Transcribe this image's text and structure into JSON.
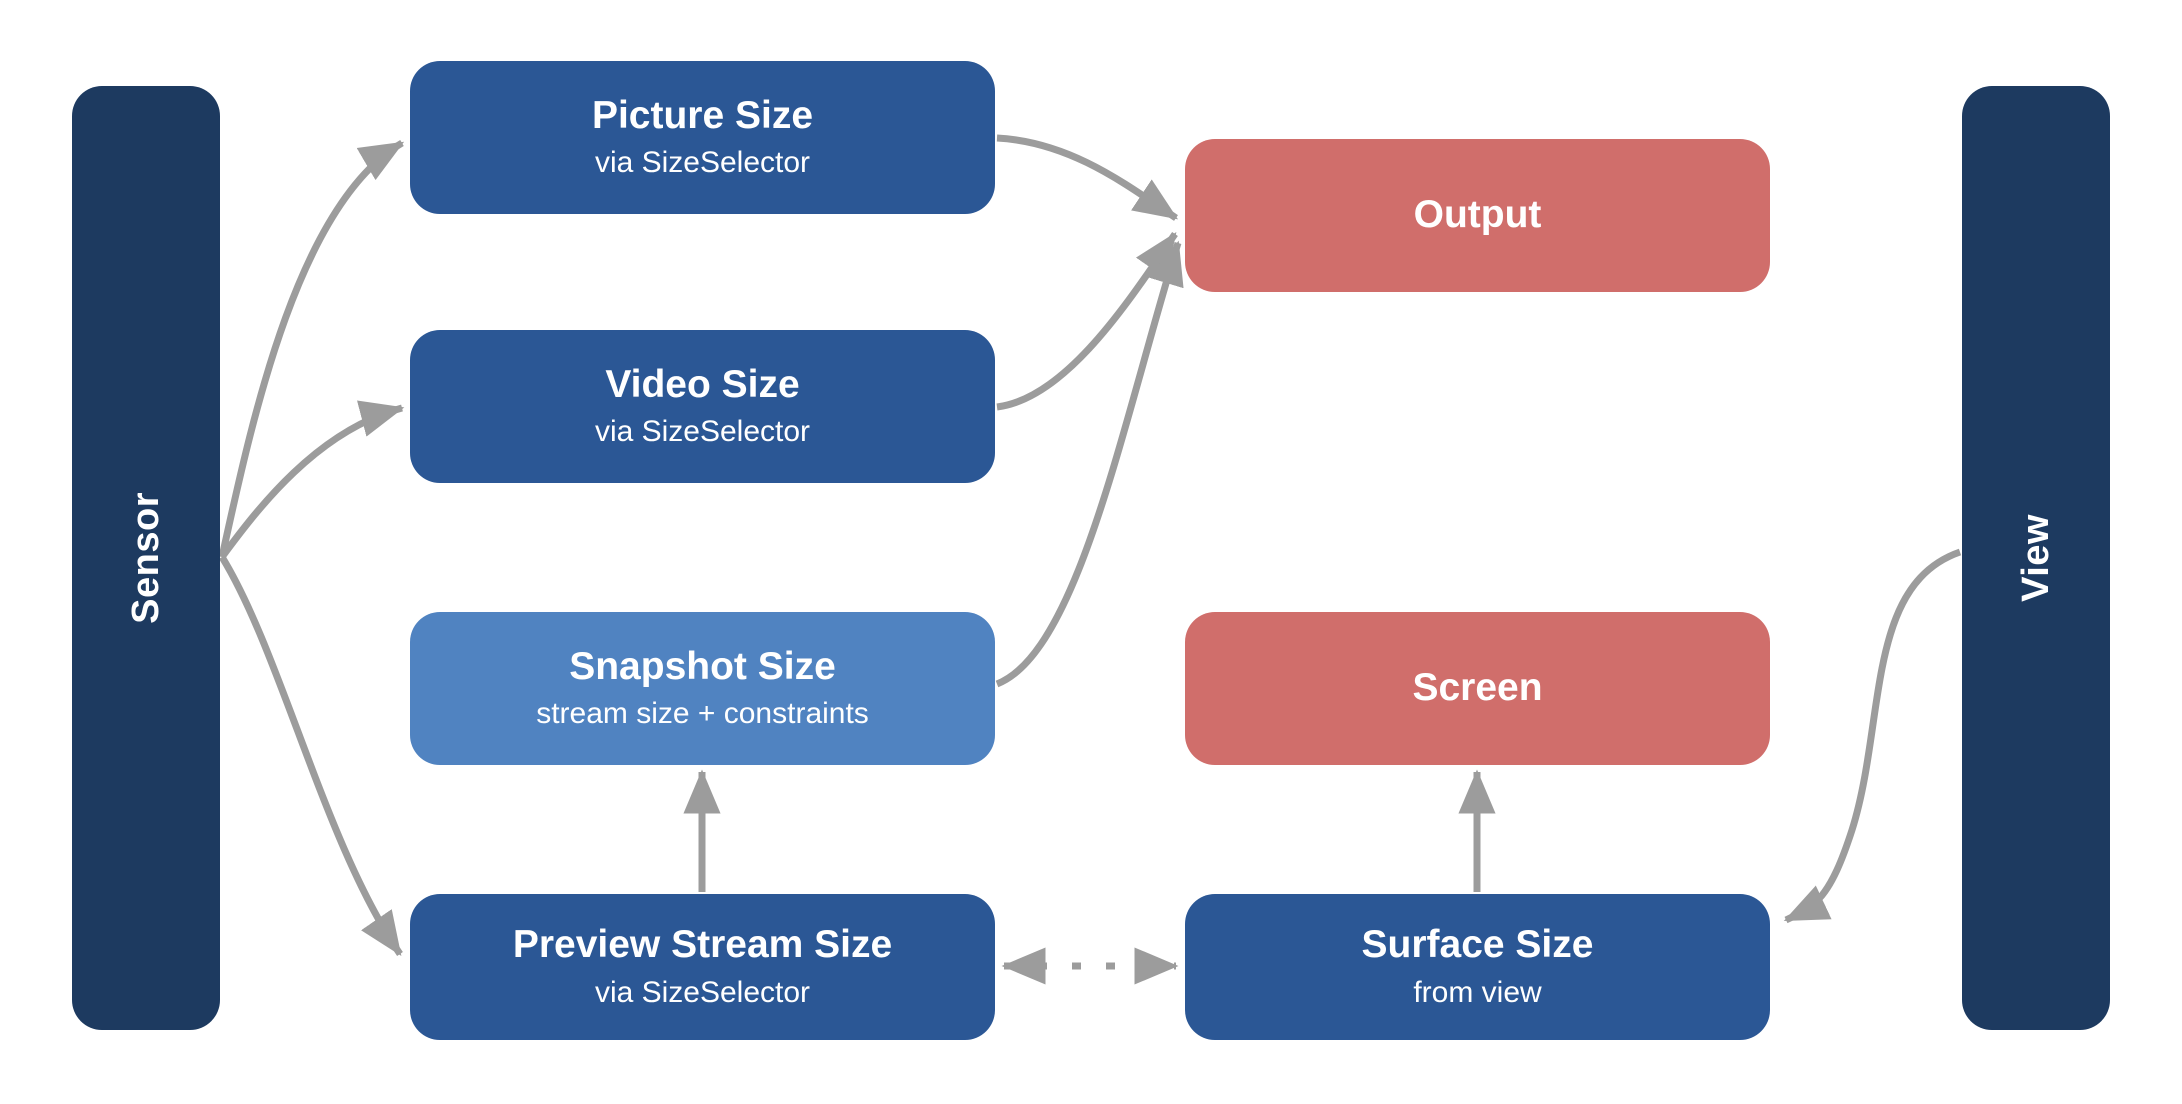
{
  "colors": {
    "background": "#ffffff",
    "rail": "#1d3a60",
    "node_dark_blue": "#2b5795",
    "node_light_blue": "#5083c1",
    "node_red": "#d06e6b",
    "arrow": "#9c9c9c",
    "label_text": "#ffffff"
  },
  "rails": [
    {
      "id": "sensor",
      "label": "Sensor"
    },
    {
      "id": "view",
      "label": "View"
    }
  ],
  "nodes": [
    {
      "id": "picture-size",
      "title": "Picture Size",
      "subtitle": "via SizeSelector",
      "variant": "dark-blue"
    },
    {
      "id": "video-size",
      "title": "Video Size",
      "subtitle": "via SizeSelector",
      "variant": "dark-blue"
    },
    {
      "id": "snapshot-size",
      "title": "Snapshot Size",
      "subtitle": "stream size + constraints",
      "variant": "light-blue"
    },
    {
      "id": "preview-stream-size",
      "title": "Preview Stream Size",
      "subtitle": "via SizeSelector",
      "variant": "dark-blue"
    },
    {
      "id": "output",
      "title": "Output",
      "variant": "red"
    },
    {
      "id": "screen",
      "title": "Screen",
      "variant": "red"
    },
    {
      "id": "surface-size",
      "title": "Surface Size",
      "subtitle": "from view",
      "variant": "dark-blue"
    }
  ],
  "edges": [
    {
      "from": "Sensor",
      "to": "Picture Size",
      "type": "arrow",
      "line": "solid-curve"
    },
    {
      "from": "Sensor",
      "to": "Video Size",
      "type": "arrow",
      "line": "solid-curve"
    },
    {
      "from": "Sensor",
      "to": "Preview Stream Size",
      "type": "arrow",
      "line": "solid-curve"
    },
    {
      "from": "Picture Size",
      "to": "Output",
      "type": "arrow",
      "line": "solid-curve"
    },
    {
      "from": "Video Size",
      "to": "Output",
      "type": "arrow",
      "line": "solid-curve"
    },
    {
      "from": "Snapshot Size",
      "to": "Output",
      "type": "arrow",
      "line": "solid-curve"
    },
    {
      "from": "Preview Stream Size",
      "to": "Snapshot Size",
      "type": "arrow",
      "line": "solid-straight"
    },
    {
      "from": "Surface Size",
      "to": "Screen",
      "type": "arrow",
      "line": "solid-straight"
    },
    {
      "from": "Preview Stream Size",
      "to": "Surface Size",
      "type": "double-arrow",
      "line": "dotted"
    },
    {
      "from": "View",
      "to": "Surface Size",
      "type": "arrow",
      "line": "solid-curve"
    }
  ]
}
